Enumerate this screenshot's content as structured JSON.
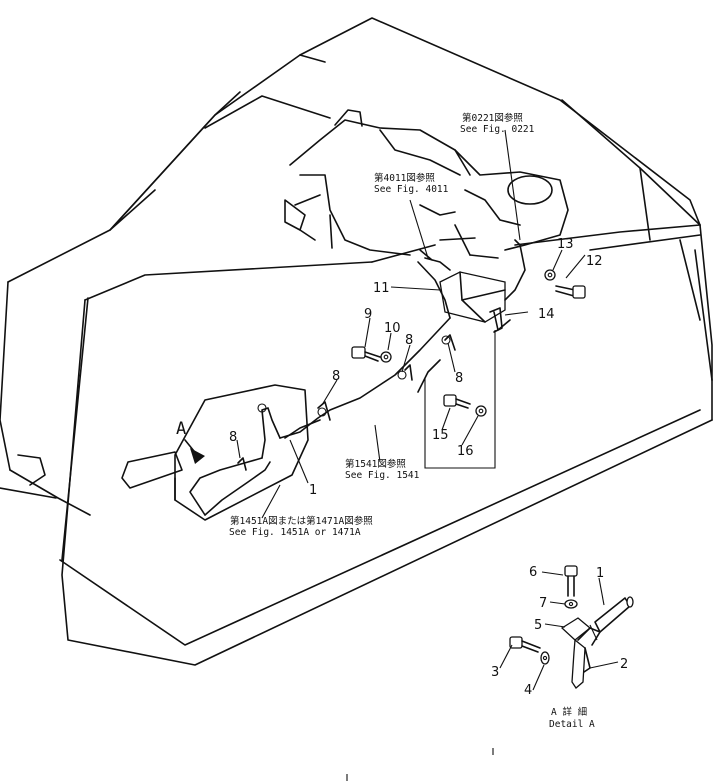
{
  "references": {
    "fig0221": {
      "jp": "第0221図参照",
      "en": "See Fig. 0221"
    },
    "fig4011": {
      "jp": "第4011図参照",
      "en": "See Fig. 4011"
    },
    "fig1541": {
      "jp": "第1541図参照",
      "en": "See Fig. 1541"
    },
    "fig1451": {
      "jp": "第1451A図または第1471A図参照",
      "en": "See Fig. 1451A or 1471A"
    }
  },
  "callouts": {
    "c1a": "1",
    "c1b": "1",
    "c2": "2",
    "c3": "3",
    "c4": "4",
    "c5": "5",
    "c6": "6",
    "c7": "7",
    "c8a": "8",
    "c8b": "8",
    "c8c": "8",
    "c8d": "8",
    "c9": "9",
    "c10": "10",
    "c11": "11",
    "c12": "12",
    "c13": "13",
    "c14": "14",
    "c15": "15",
    "c16": "16"
  },
  "view_marker": "A",
  "detail": {
    "jp": "A 詳 細",
    "en": "Detail A"
  }
}
